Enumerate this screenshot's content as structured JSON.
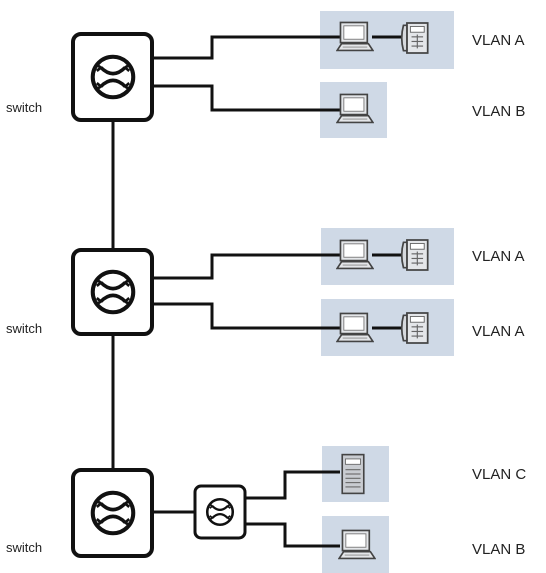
{
  "colors": {
    "line": "#111111",
    "vlan_box": "#cfd9e6",
    "device_body": "#e4e6e9",
    "device_stroke": "#444444",
    "text": "#222222"
  },
  "switches": [
    {
      "label": "switch",
      "icon": "switch-icon"
    },
    {
      "label": "switch",
      "icon": "switch-icon"
    },
    {
      "label": "switch",
      "icon": "switch-icon"
    },
    {
      "label": "",
      "icon": "switch-icon"
    }
  ],
  "vlan_groups": [
    {
      "label": "VLAN A",
      "devices": [
        "computer-icon",
        "ip-phone-icon"
      ]
    },
    {
      "label": "VLAN B",
      "devices": [
        "computer-icon"
      ]
    },
    {
      "label": "VLAN A",
      "devices": [
        "computer-icon",
        "ip-phone-icon"
      ]
    },
    {
      "label": "VLAN A",
      "devices": [
        "computer-icon",
        "ip-phone-icon"
      ]
    },
    {
      "label": "VLAN C",
      "devices": [
        "server-icon"
      ]
    },
    {
      "label": "VLAN B",
      "devices": [
        "computer-icon"
      ]
    }
  ]
}
